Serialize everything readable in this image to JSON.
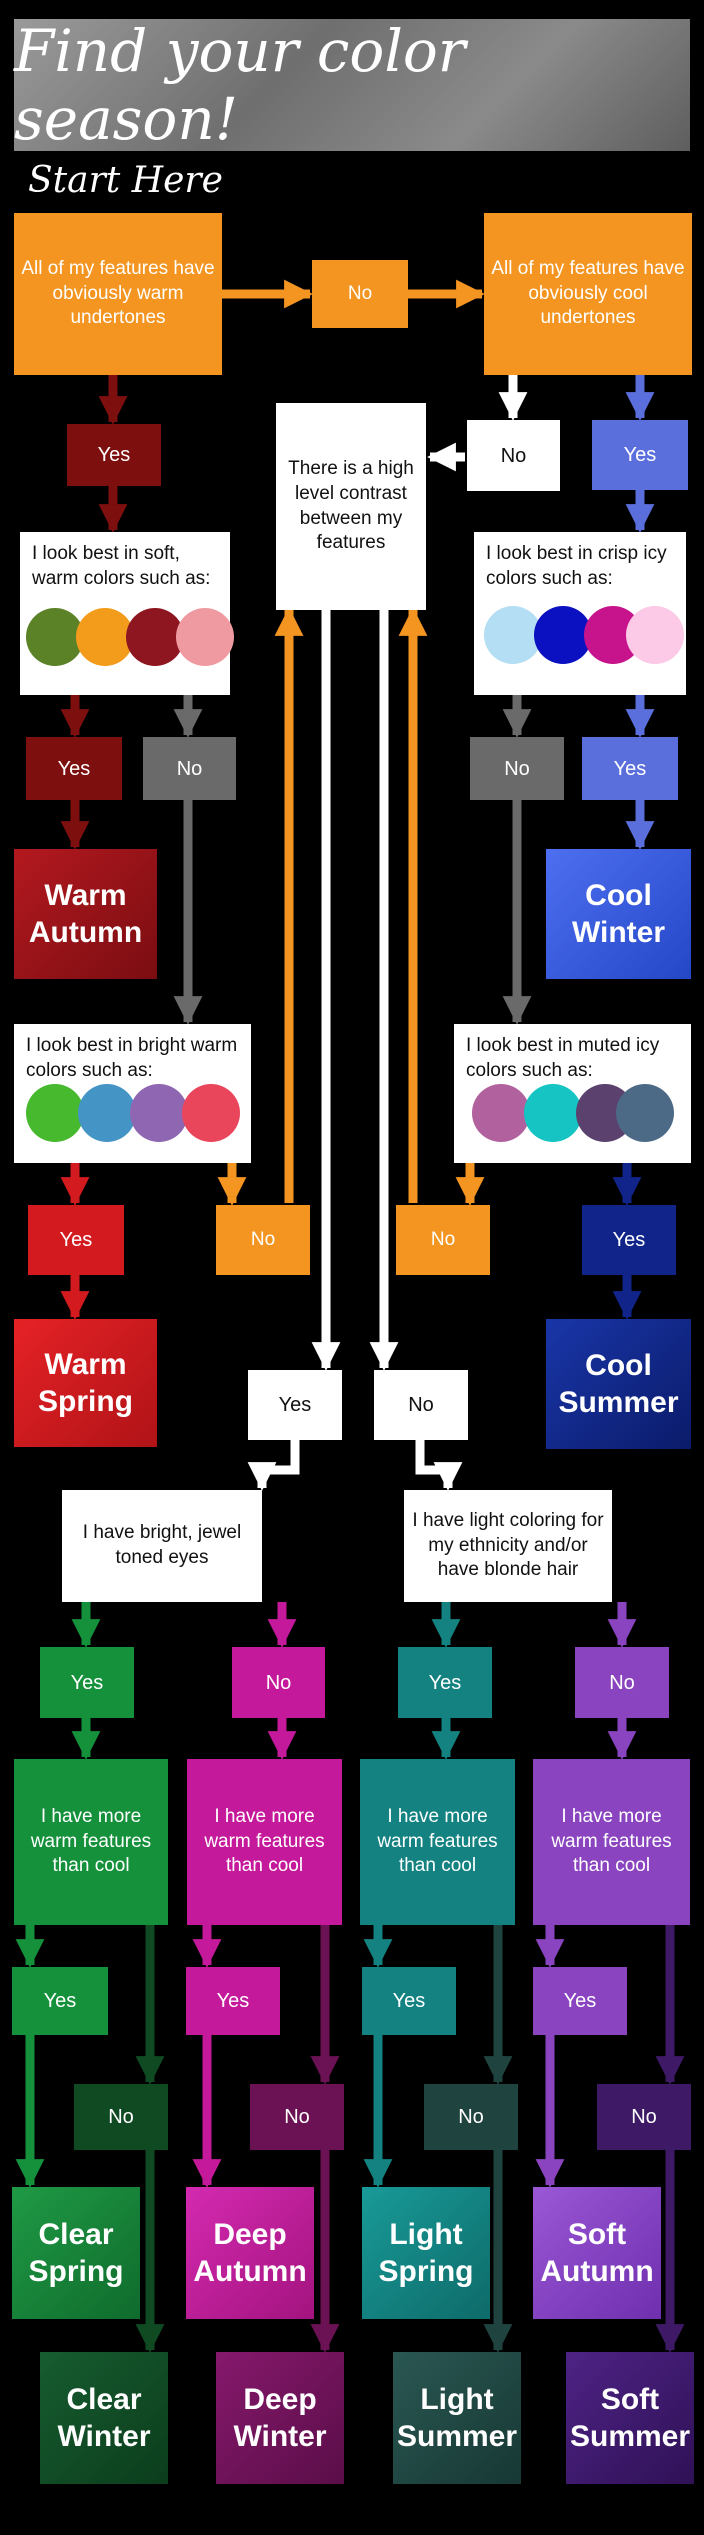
{
  "header": {
    "title": "Find your color season!"
  },
  "start_label": "Start Here",
  "questions": {
    "warm_undertones": "All of my features have obviously warm undertones",
    "cool_undertones": "All of my features have obviously cool undertones",
    "contrast": "There is a high level contrast between my features",
    "soft_warm": "I look best in soft, warm colors such as:",
    "crisp_icy": "I look best in crisp icy colors such as:",
    "bright_warm": "I look best in bright warm colors such as:",
    "muted_icy": "I look best in muted icy colors such as:",
    "jewel_eyes": "I have bright, jewel toned eyes",
    "light_coloring": "I have light coloring for my ethnicity and/or have blonde hair",
    "more_warm": "I have more warm features than cool"
  },
  "answers": {
    "yes": "Yes",
    "no": "No"
  },
  "results": {
    "warm_autumn": "Warm Autumn",
    "cool_winter": "Cool Winter",
    "warm_spring": "Warm Spring",
    "cool_summer": "Cool Summer",
    "clear_spring": "Clear Spring",
    "deep_autumn": "Deep Autumn",
    "light_spring": "Light Spring",
    "soft_autumn": "Soft Autumn",
    "clear_winter": "Clear Winter",
    "deep_winter": "Deep Winter",
    "light_summer": "Light Summer",
    "soft_summer": "Soft Summer"
  },
  "swatches": {
    "soft_warm": [
      "#5b8226",
      "#f39c1c",
      "#8e1620",
      "#ef9aa0"
    ],
    "crisp_icy": [
      "#b4def4",
      "#0b10c0",
      "#c8148c",
      "#fcc9e6"
    ],
    "bright_warm": [
      "#46b92e",
      "#4495c6",
      "#8e66b2",
      "#e9455b"
    ],
    "muted_icy": [
      "#b0619e",
      "#15c4c3",
      "#5a416e",
      "#4c6a86"
    ]
  },
  "colors": {
    "warm_orange": "#f39520",
    "cool_blue": "#5b6fdc",
    "dark_red": "#7d0f0f",
    "grey": "#6a6a6a",
    "red": "#d31b1f",
    "navy": "#10248a",
    "green": "#15913c",
    "magenta": "#c4199a",
    "teal": "#138281",
    "purple": "#8a44c0"
  }
}
